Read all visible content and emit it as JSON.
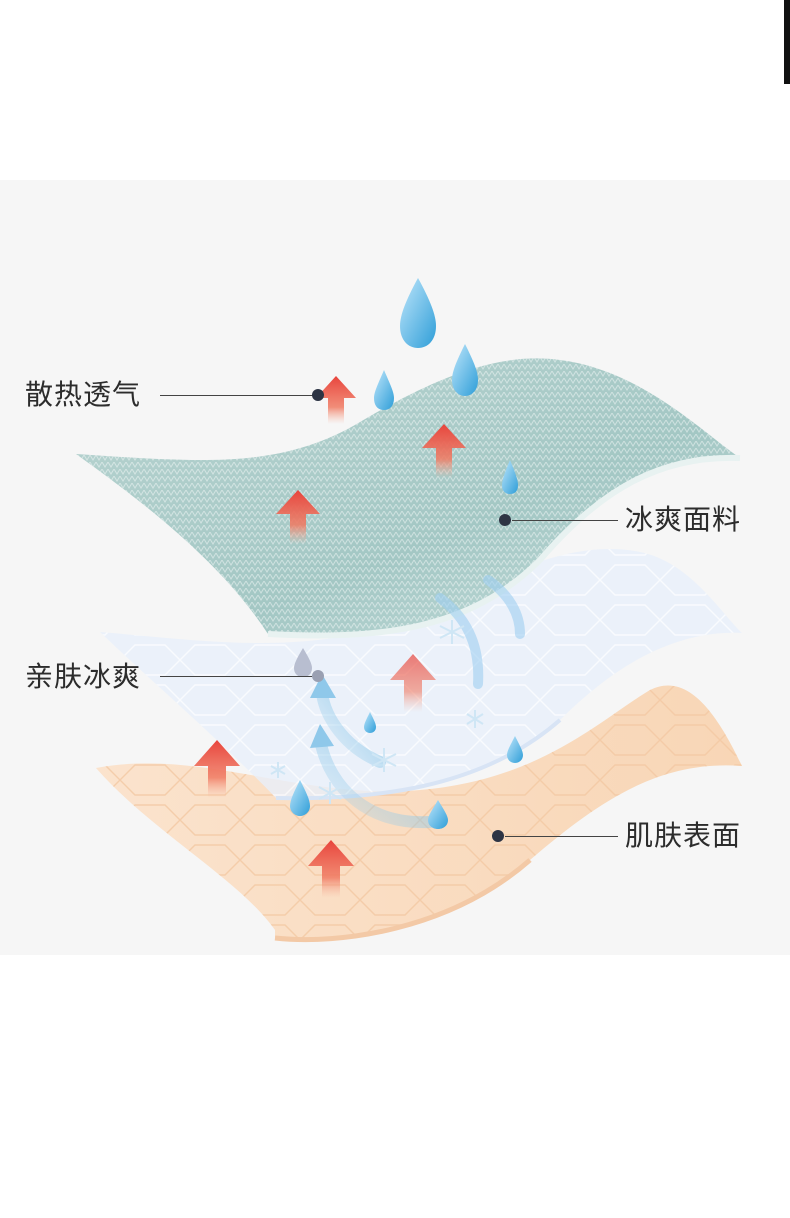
{
  "labels": {
    "heat_dissipation": "散热透气",
    "cool_fabric": "冰爽面料",
    "skin_cool": "亲肤冰爽",
    "skin_surface": "肌肤表面"
  },
  "colors": {
    "background": "#f6f6f6",
    "fabric_layer": "#a9cbc8",
    "cooling_layer": "#e6eefa",
    "skin_layer": "#f9dcc0",
    "heat_arrow": "#e8443c",
    "water_drop": "#5bb6e8",
    "label_text": "#2c2c2c"
  },
  "icons": [
    "water-drop-icon",
    "heat-arrow-icon",
    "snowflake-icon",
    "airflow-arrow-icon"
  ]
}
